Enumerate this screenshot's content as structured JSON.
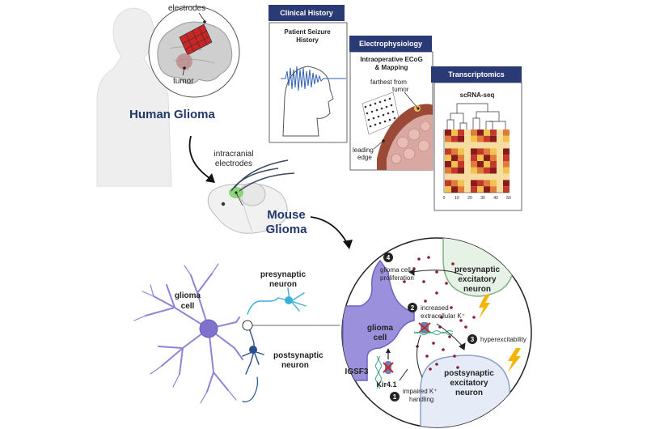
{
  "human": {
    "title": "Human Glioma",
    "electrodes_label": "electrodes",
    "tumor_label": "tumor"
  },
  "panels": {
    "clinical": {
      "header": "Clinical History",
      "subtitle_line1": "Patient Seizure",
      "subtitle_line2": "History"
    },
    "ephys": {
      "header": "Electrophysiology",
      "subtitle_line1": "Intraoperative ECoG",
      "subtitle_line2": "& Mapping",
      "far_line1": "farthest from",
      "far_line2": "tumor",
      "lead_line1": "leading",
      "lead_line2": "edge"
    },
    "transcript": {
      "header": "Transcriptomics",
      "subtitle": "scRNA-seq",
      "axis_ticks": [
        "0",
        "10",
        "20",
        "30",
        "40",
        "50"
      ]
    }
  },
  "mouse": {
    "electrodes_line1": "intracranial",
    "electrodes_line2": "electrodes",
    "title_line1": "Mouse",
    "title_line2": "Glioma"
  },
  "cells": {
    "glioma_line1": "glioma",
    "glioma_line2": "cell",
    "pre_line1": "presynaptic",
    "pre_line2": "neuron",
    "post_line1": "postsynaptic",
    "post_line2": "neuron"
  },
  "zoom": {
    "glioma_line1": "glioma",
    "glioma_line2": "cell",
    "pre_line1": "presynaptic",
    "pre_line2": "excitatory",
    "pre_line3": "neuron",
    "post_line1": "postsynaptic",
    "post_line2": "excitatory",
    "post_line3": "neuron",
    "igsf3": "IGSF3",
    "kir": "Kir4.1",
    "steps": [
      {
        "num": "1",
        "line1": "impaired K⁺",
        "line2": "handling"
      },
      {
        "num": "2",
        "line1": "increased",
        "line2": "extracellular K⁺"
      },
      {
        "num": "3",
        "line1": "hyperexcitability",
        "line2": ""
      },
      {
        "num": "4",
        "line1": "glioma cell",
        "line2": "proliferation"
      }
    ]
  },
  "colors": {
    "navy": "#22386b",
    "header_bg": "#2a3a75",
    "glioma_purple": "#8f84d6",
    "neuron_blue": "#3f66b2",
    "kdot": "#8b1d3a"
  }
}
